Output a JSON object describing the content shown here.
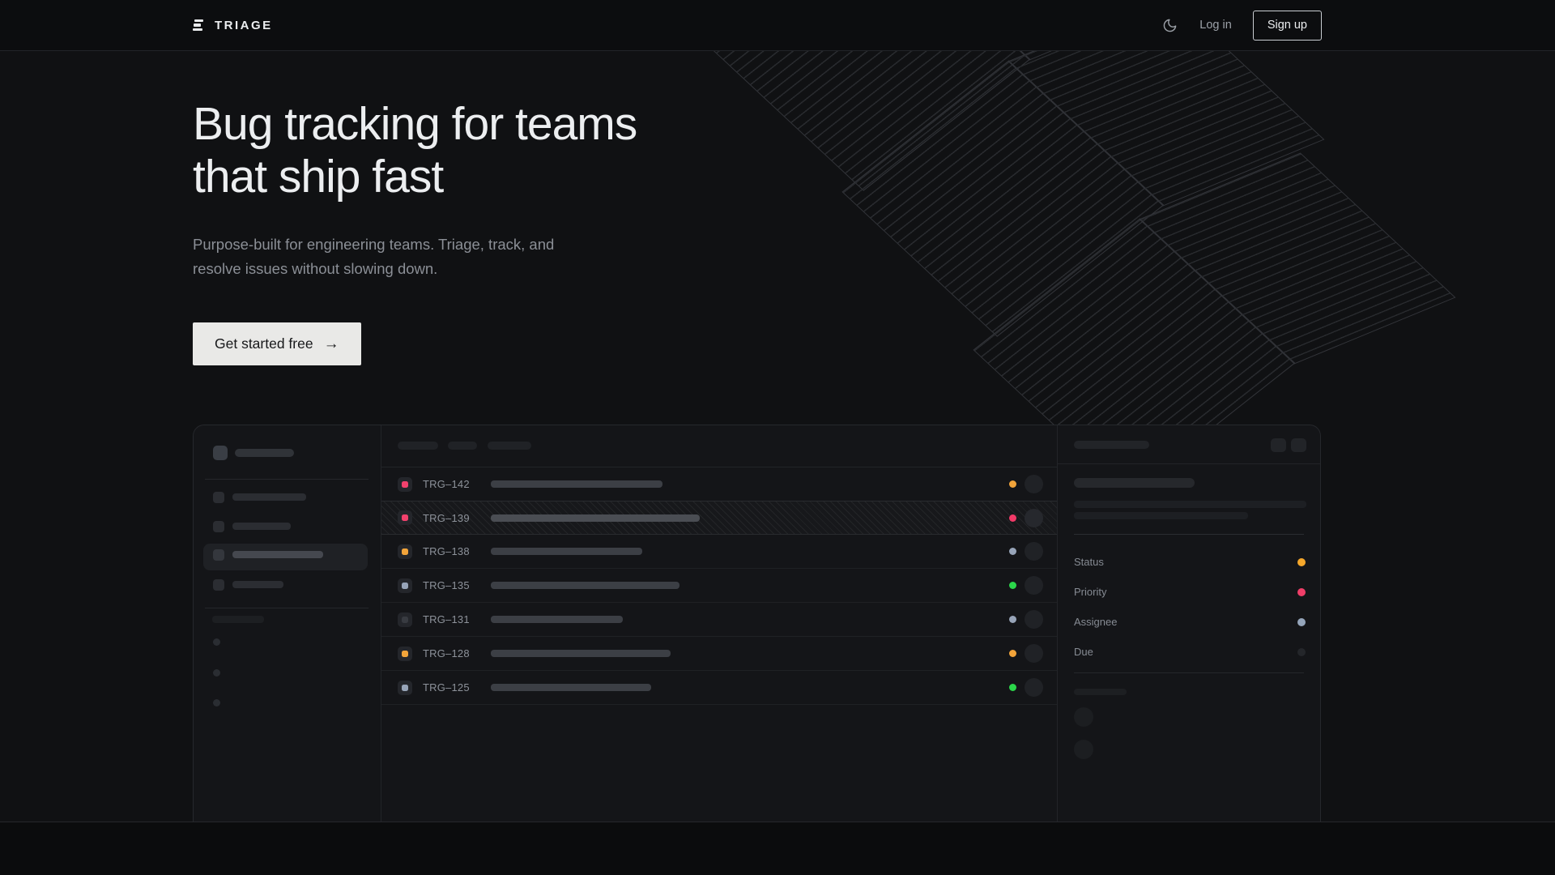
{
  "header": {
    "brand": "TRIAGE",
    "logo_icon": "triage-bars-icon",
    "theme_icon": "moon-icon",
    "login_label": "Log in",
    "signup_label": "Sign up"
  },
  "hero": {
    "title_line1": "Bug tracking for teams",
    "title_line2": "that ship fast",
    "subtitle": "Purpose-built for engineering teams. Triage, track, and resolve issues without slowing down.",
    "cta_label": "Get started free",
    "cta_arrow_icon": "→"
  },
  "mockup": {
    "issues": [
      {
        "id": "TRG–142",
        "icon_color": "#f2416d",
        "status_color": "#f2a43a",
        "title_bar_width": 212,
        "selected": false
      },
      {
        "id": "TRG–139",
        "icon_color": "#f2416d",
        "status_color": "#f23a68",
        "title_bar_width": 258,
        "selected": true
      },
      {
        "id": "TRG–138",
        "icon_color": "#f2a43a",
        "status_color": "#97a4b8",
        "title_bar_width": 187,
        "selected": false
      },
      {
        "id": "TRG–135",
        "icon_color": "#97a4b8",
        "status_color": "#2bd64a",
        "title_bar_width": 233,
        "selected": false
      },
      {
        "id": "TRG–131",
        "icon_color": "#383b41",
        "status_color": "#97a4b8",
        "title_bar_width": 163,
        "selected": false
      },
      {
        "id": "TRG–128",
        "icon_color": "#f2a43a",
        "status_color": "#f2a43a",
        "title_bar_width": 222,
        "selected": false
      },
      {
        "id": "TRG–125",
        "icon_color": "#97a4b8",
        "status_color": "#2bd64a",
        "title_bar_width": 198,
        "selected": false
      }
    ],
    "detail_fields": [
      {
        "label": "Status",
        "dot_color": "#f5a72b"
      },
      {
        "label": "Priority",
        "dot_color": "#f03e68"
      },
      {
        "label": "Assignee",
        "dot_color": "#95a5ba"
      },
      {
        "label": "Due",
        "dot_color": "#24262a"
      }
    ]
  },
  "colors": {
    "page_bg": "#101113",
    "header_bg": "#0c0d0f",
    "cta_bg": "#e9e9e7",
    "amber": "#f2a43a",
    "pink": "#f23a68",
    "slate": "#97a4b8",
    "green": "#2bd64a"
  }
}
